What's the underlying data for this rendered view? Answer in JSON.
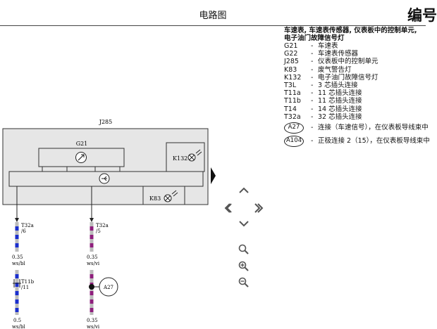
{
  "header": {
    "title": "电路图",
    "page_code": "编号"
  },
  "legend": {
    "title_line1": "车速表, 车速表传感器, 仪表板中的控制单元,",
    "title_line2": "电子油门故障信号灯",
    "items": [
      {
        "code": "G21",
        "desc": "车速表"
      },
      {
        "code": "G22",
        "desc": "车速表传感器"
      },
      {
        "code": "J285",
        "desc": "仪表板中的控制单元"
      },
      {
        "code": "K83",
        "desc": "废气警告灯"
      },
      {
        "code": "K132",
        "desc": "电子油门故障信号灯"
      },
      {
        "code": "T3L",
        "desc": "3 芯插头连接"
      },
      {
        "code": "T11a",
        "desc": "11 芯插头连接"
      },
      {
        "code": "T11b",
        "desc": "11 芯插头连接"
      },
      {
        "code": "T14",
        "desc": "14 芯插头连接"
      },
      {
        "code": "T32a",
        "desc": "32 芯插头连接"
      }
    ],
    "connections": [
      {
        "code": "A27",
        "desc": "连接（车速信号），在仪表板导线束中"
      },
      {
        "code": "A104",
        "desc": "正极连接 2（15），在仪表板导线束中"
      }
    ]
  },
  "diagram": {
    "unit_label": "J285",
    "gauge_label": "G21",
    "lamp_k132": "K132",
    "lamp_k83": "K83",
    "pin1_conn": "T32a",
    "pin1_num": "/6",
    "pin2_conn": "T32a",
    "pin2_num": "/5",
    "wire1_size": "0.35",
    "wire1_color": "ws/bl",
    "wire2_size": "0.35",
    "wire2_color": "ws/vi",
    "plug_conn": "T11b",
    "plug_num": "/11",
    "node_label": "A27",
    "wire3_size": "0.5",
    "wire3_color": "ws/bl",
    "wire4_size": "0.35",
    "wire4_color": "ws/vi"
  },
  "viewer_controls": [
    "pan-up",
    "pan-left",
    "pan-right",
    "pan-down",
    "zoom-fit",
    "zoom-in",
    "zoom-out"
  ],
  "colors": {
    "wire_blue": "#1a2ecc",
    "wire_violet": "#8e1f7c",
    "box_fill": "#e6e6e6"
  }
}
